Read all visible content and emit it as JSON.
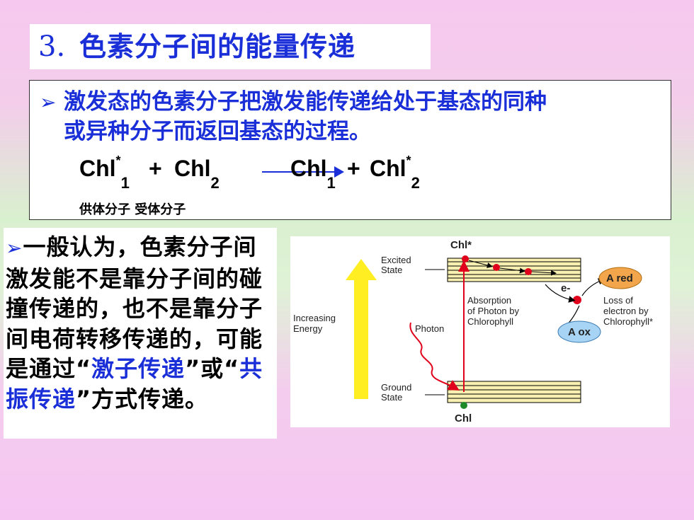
{
  "title": {
    "number": "3.",
    "text": "色素分子间的能量传递"
  },
  "definition": {
    "bullet": "➢",
    "line1": "激发态的色素分子把激发能传递给处于基态的同种",
    "line2": "或异种分子而返回基态的过程。"
  },
  "equation": {
    "left1": "Chl",
    "left1_sup": "*",
    "left1_sub": "1",
    "plus1": "+",
    "left2": "Chl",
    "left2_sub": "2",
    "right1": "Chl",
    "right1_sub": "1",
    "plus2": "+",
    "right2": "Chl",
    "right2_sup": "*",
    "right2_sub": "2"
  },
  "donor_acceptor": "供体分子  受体分子",
  "explanation": {
    "bullet": "➢",
    "part1": "一般认为，色素分子间激发能不是靠分子间的碰撞传递的，也不是靠分子间电荷转移传递的，可能是通过",
    "quote_open1": "“",
    "highlight1": "激子传递",
    "quote_close1": "”",
    "part2": "或",
    "quote_open2": "“",
    "highlight2": "共振传递",
    "quote_close2": "”",
    "part3": "方式传递。"
  },
  "diagram": {
    "chl_star": "Chl*",
    "excited": "Excited",
    "state1": "State",
    "a_red": "A red",
    "e_label": "e-",
    "absorption1": "Absorption",
    "absorption2": "of Photon by",
    "absorption3": "Chlorophyll",
    "loss1": "Loss of",
    "loss2": "electron by",
    "loss3": "Chlorophyll*",
    "increasing": "Increasing",
    "energy": "Energy",
    "photon": "Photon",
    "a_ox": "A ox",
    "ground": "Ground",
    "state2": "State",
    "chl": "Chl",
    "colors": {
      "arrow_yellow": "#ffee22",
      "orange": "#f2a54a",
      "blue_oval": "#a7d4f5",
      "red": "#e0001b",
      "green": "#1d8a2a"
    }
  }
}
